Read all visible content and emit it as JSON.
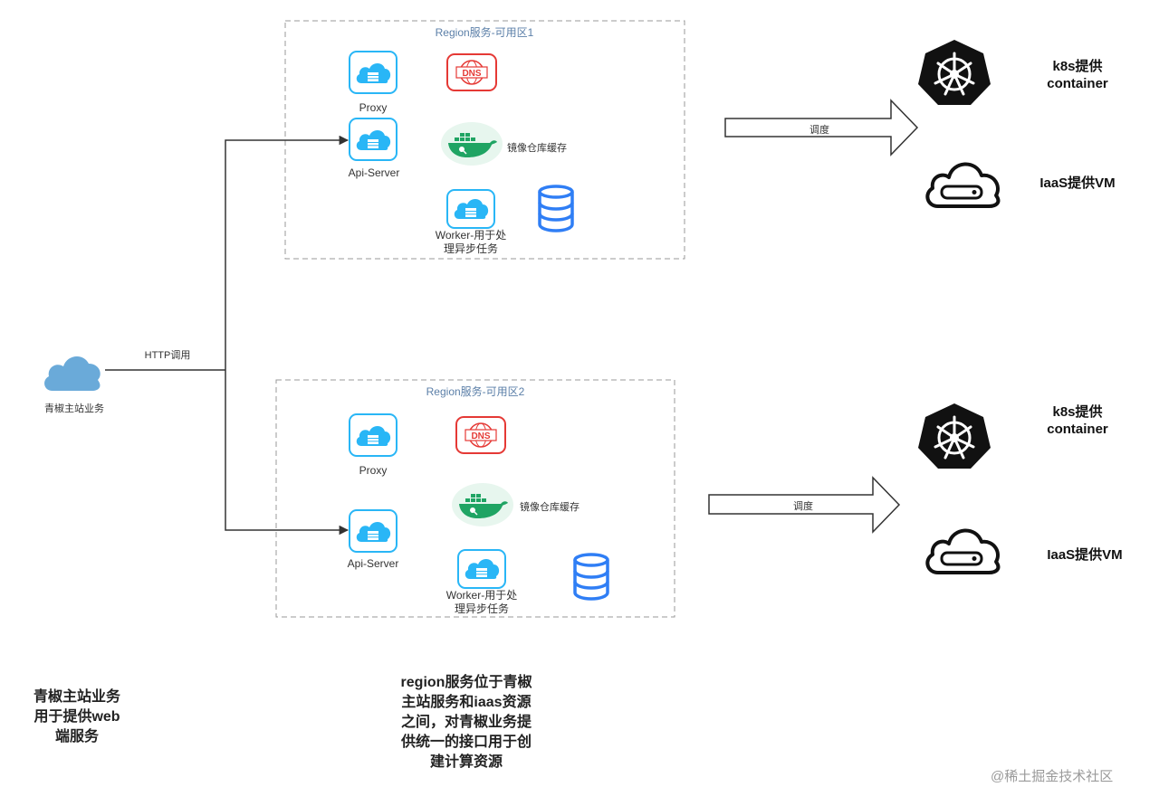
{
  "left_service": {
    "label": "青椒主站业务",
    "link_label": "HTTP调用",
    "note_lines": [
      "青椒主站业务",
      "用于提供web",
      "端服务"
    ]
  },
  "regions": [
    {
      "title": "Region服务-可用区1",
      "proxy": "Proxy",
      "api_server": "Api-Server",
      "registry": "镜像仓库缓存",
      "worker_lines": [
        "Worker-用于处",
        "理异步任务"
      ],
      "dispatch": "调度",
      "k8s_lines": [
        "k8s提供",
        "container"
      ],
      "iaas": "IaaS提供VM"
    },
    {
      "title": "Region服务-可用区2",
      "proxy": "Proxy",
      "api_server": "Api-Server",
      "registry": "镜像仓库缓存",
      "worker_lines": [
        "Worker-用于处",
        "理异步任务"
      ],
      "dispatch": "调度",
      "k8s_lines": [
        "k8s提供",
        "container"
      ],
      "iaas": "IaaS提供VM"
    }
  ],
  "center_note_lines": [
    "region服务位于青椒",
    "主站服务和iaas资源",
    "之间，对青椒业务提",
    "供统一的接口用于创",
    "建计算资源"
  ],
  "watermark": "@稀土掘金技术社区",
  "icons": {
    "cloud": "cloud-icon",
    "server_cloud": "server-cloud-icon",
    "dns": "dns-icon",
    "docker": "docker-whale-icon",
    "database": "database-icon",
    "kubernetes": "kubernetes-helm-icon",
    "vm": "vm-cloud-icon"
  },
  "colors": {
    "server_blue": "#29b6f6",
    "dns_red": "#e53935",
    "docker_green": "#1fa463",
    "database_blue": "#2f7ef5",
    "cloud_blue": "#6aaad9"
  }
}
